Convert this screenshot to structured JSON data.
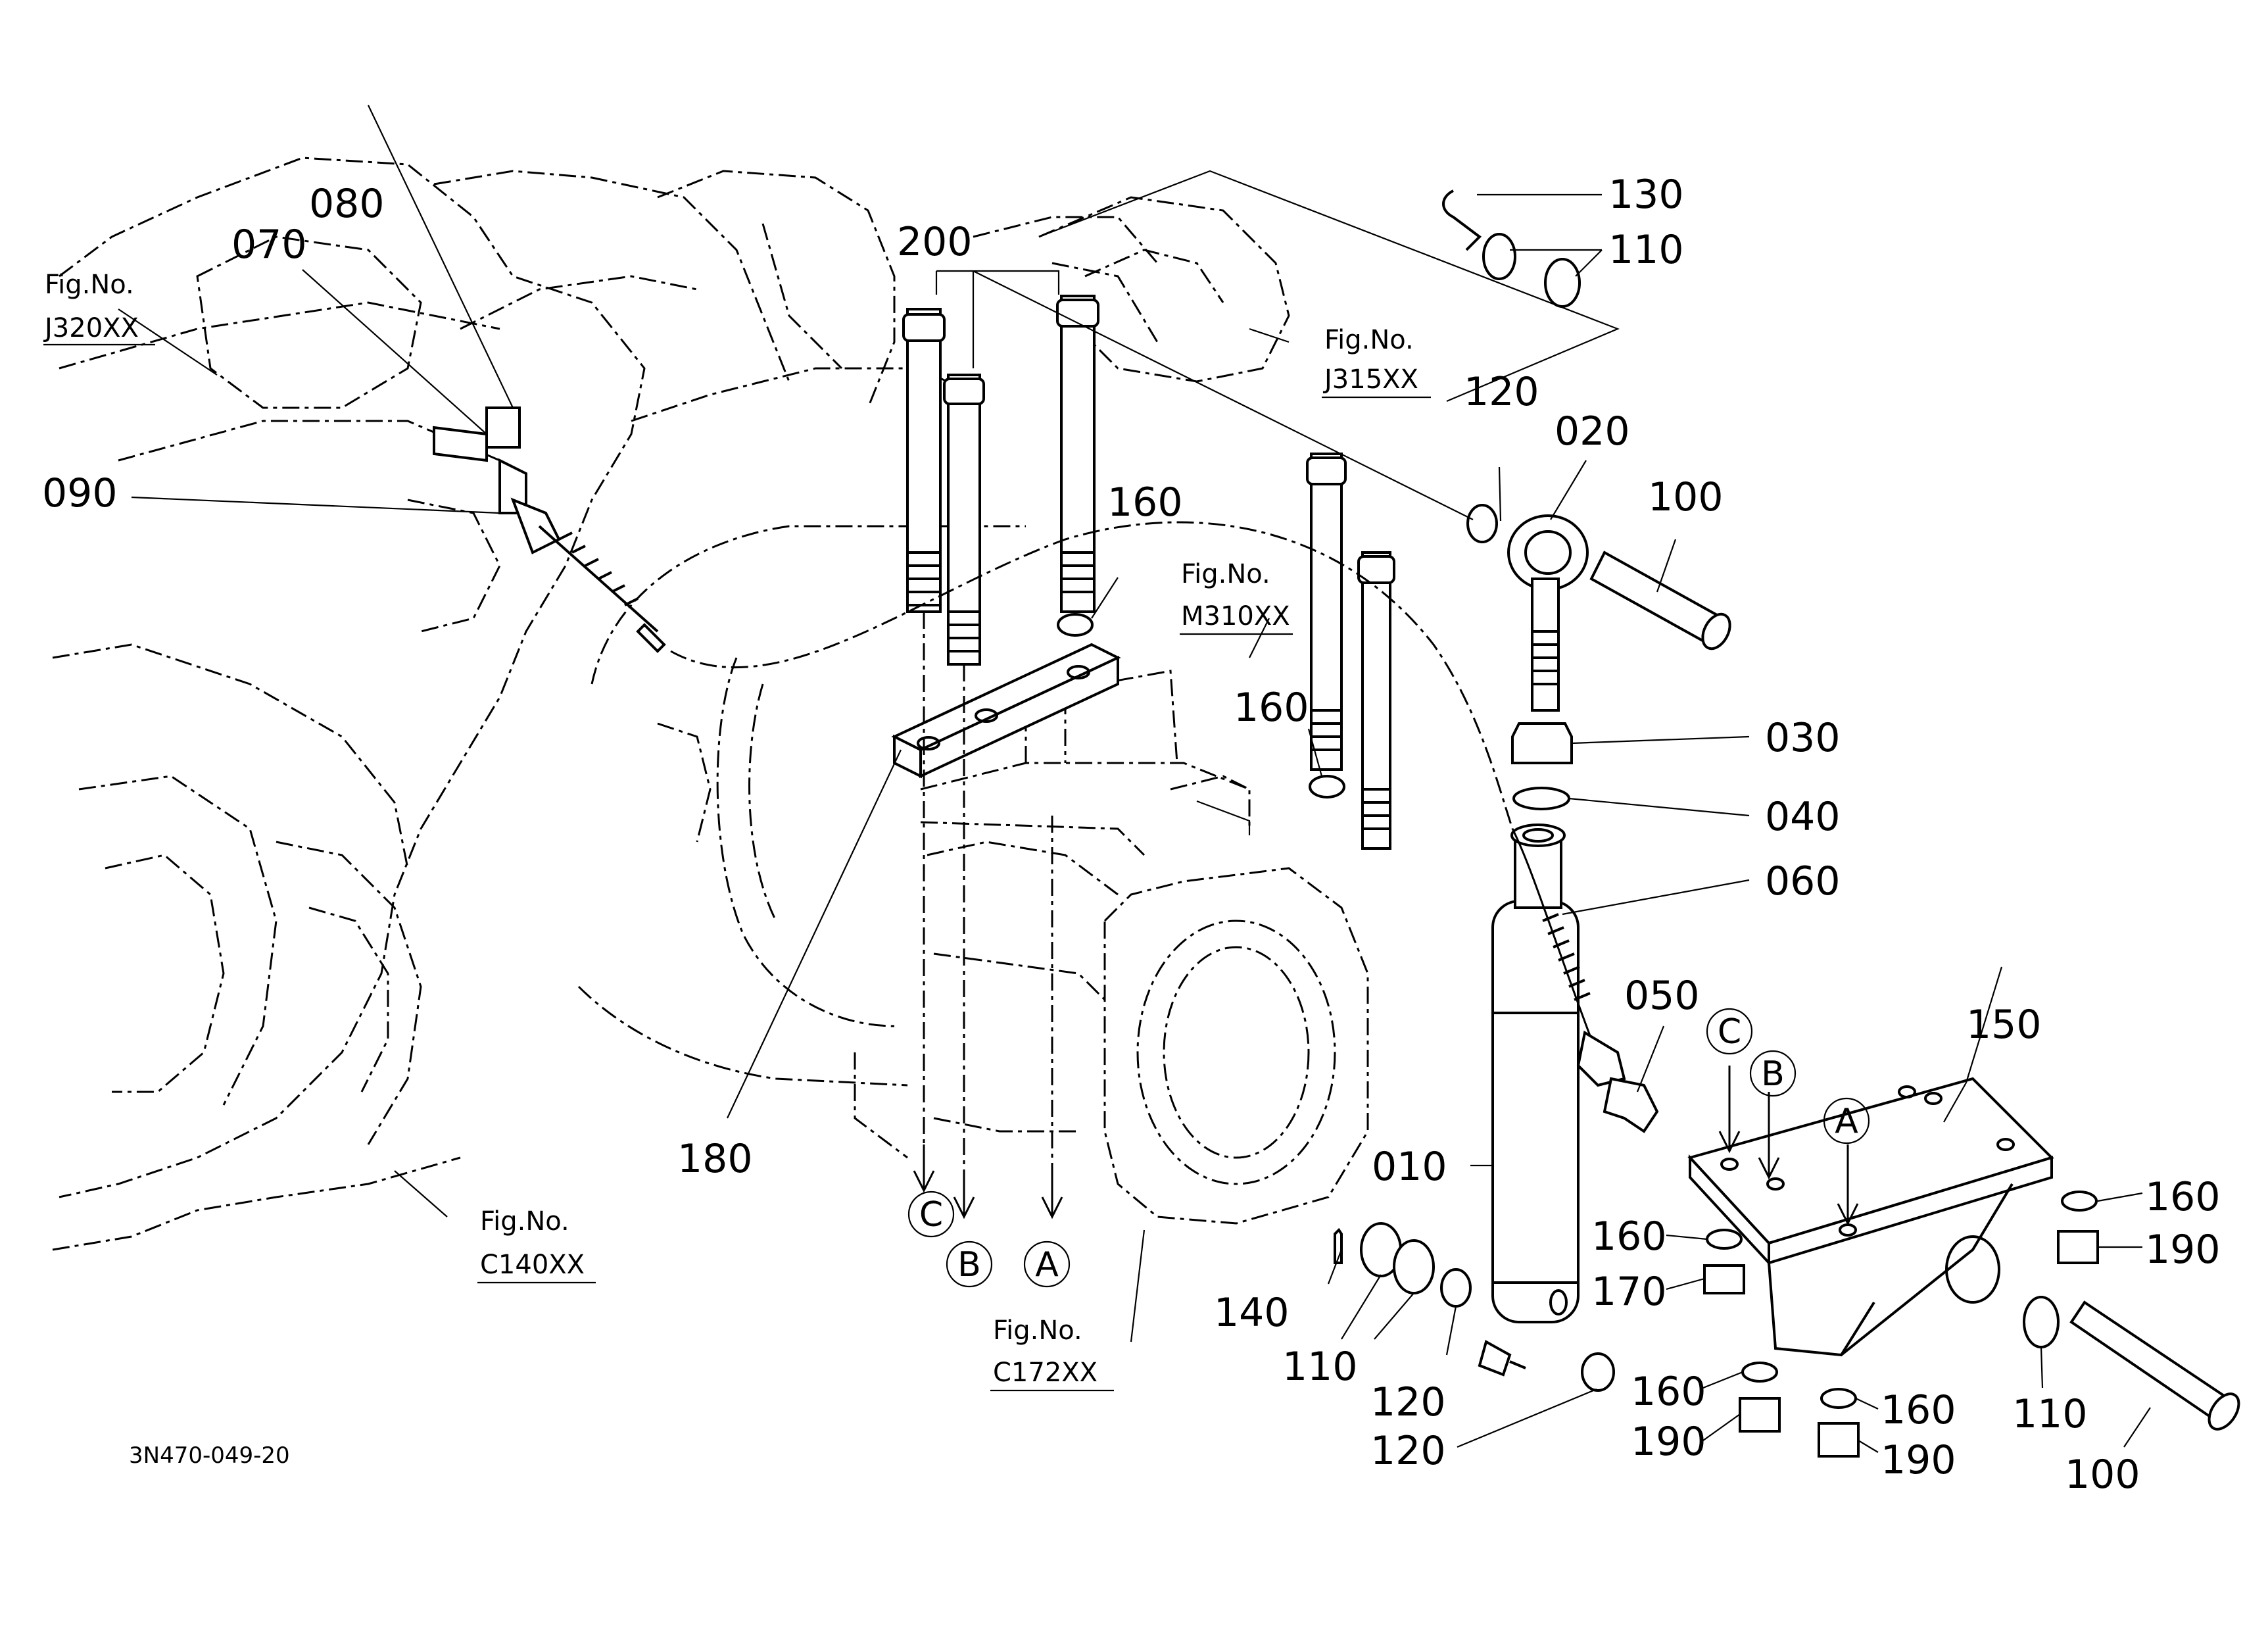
{
  "drawing_code": "3N470-049-20",
  "callouts": {
    "c010": "010",
    "c020": "020",
    "c030": "030",
    "c040": "040",
    "c050": "050",
    "c060": "060",
    "c070": "070",
    "c080": "080",
    "c090": "090",
    "c100a": "100",
    "c100b": "100",
    "c110a": "110",
    "c110b": "110",
    "c110c": "110",
    "c120a": "120",
    "c120b": "120",
    "c120c": "120",
    "c130": "130",
    "c140": "140",
    "c150": "150",
    "c160a": "160",
    "c160b": "160",
    "c160c": "160",
    "c160d": "160",
    "c160e": "160",
    "c160f": "160",
    "c170": "170",
    "c180": "180",
    "c190a": "190",
    "c190b": "190",
    "c190c": "190",
    "c200": "200"
  },
  "fig_refs": [
    {
      "head": "Fig.No.",
      "code": "J320XX"
    },
    {
      "head": "Fig.No.",
      "code": "J315XX"
    },
    {
      "head": "Fig.No.",
      "code": "M310XX"
    },
    {
      "head": "Fig.No.",
      "code": "C140XX"
    },
    {
      "head": "Fig.No.",
      "code": "C172XX"
    }
  ],
  "markers": {
    "C": "C",
    "B": "B",
    "A": "A"
  }
}
